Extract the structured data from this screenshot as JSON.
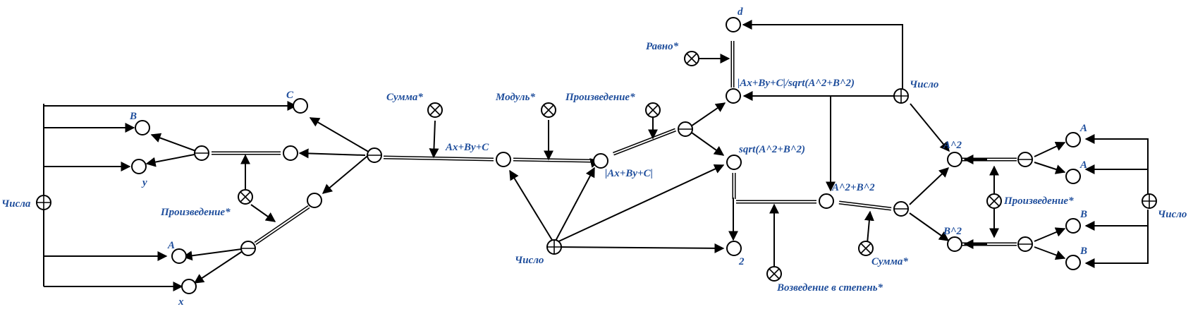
{
  "labels": {
    "chisla": "Числа",
    "B_top": "B",
    "y": "y",
    "C": "C",
    "proizvedenie_left": "Произведение*",
    "A_left": "A",
    "x": "x",
    "summa_left": "Сумма*",
    "expr": "Ax+By+C",
    "modul": "Модуль*",
    "proizvedenie_mid": "Произведение*",
    "abs_expr": "|Ax+By+C|",
    "chislo_mid": "Число",
    "ravno": "Равно*",
    "d": "d",
    "dist_expr": "|Ax+By+C|/sqrt(A^2+B^2)",
    "sqrt_expr": "sqrt(A^2+B^2)",
    "two": "2",
    "vozvedenie": "Возведение в степень*",
    "sum_sq": "A^2+B^2",
    "summa_right": "Сумма*",
    "chislo_top": "Число",
    "A_sq": "A^2",
    "B_sq": "B^2",
    "proizvedenie_right": "Произведение*",
    "A_r1": "A",
    "A_r2": "A",
    "B_r1": "B",
    "B_r2": "B",
    "chislo_right": "Число"
  },
  "node_types": {
    "plain": "circle",
    "operation": "circle-x",
    "set": "circle-plus",
    "tuple": "circle-minus"
  },
  "colors": {
    "label": "#1f4e9c",
    "stroke": "#000000"
  }
}
